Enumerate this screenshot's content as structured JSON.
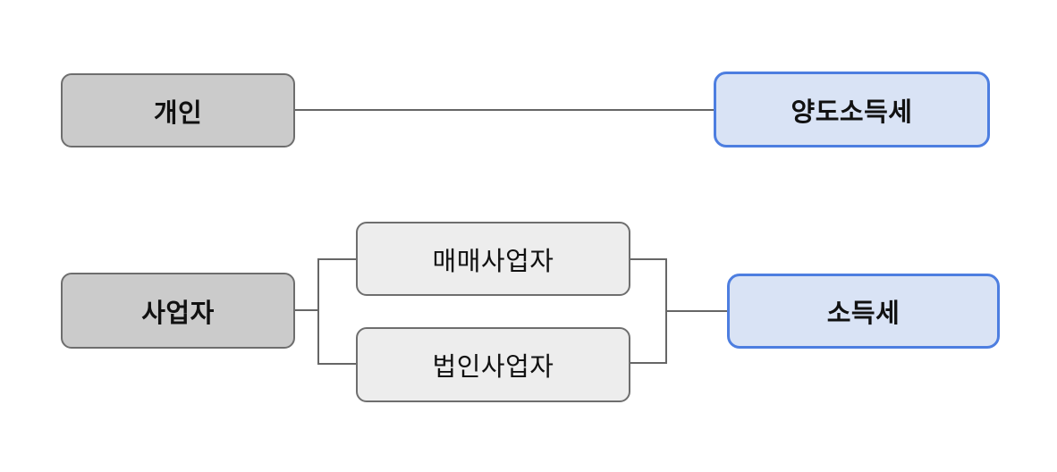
{
  "diagram": {
    "nodes": {
      "individual": {
        "label": "개인",
        "style": "gray"
      },
      "capital_gains_tax": {
        "label": "양도소득세",
        "style": "blue"
      },
      "business": {
        "label": "사업자",
        "style": "gray"
      },
      "trading_business": {
        "label": "매매사업자",
        "style": "light"
      },
      "corporate_business": {
        "label": "법인사업자",
        "style": "light"
      },
      "income_tax": {
        "label": "소득세",
        "style": "blue"
      }
    },
    "edges": [
      {
        "from": "개인",
        "to": "양도소득세"
      },
      {
        "from": "사업자",
        "to": "매매사업자"
      },
      {
        "from": "사업자",
        "to": "법인사업자"
      },
      {
        "from": "매매사업자",
        "to": "소득세"
      },
      {
        "from": "법인사업자",
        "to": "소득세"
      }
    ],
    "colors": {
      "gray_fill": "#cbcbcb",
      "gray_border": "#6e6e6e",
      "light_fill": "#ededed",
      "light_border": "#6e6e6e",
      "blue_fill": "#d9e3f5",
      "blue_border": "#4d7ee0",
      "line": "#666666",
      "text": "#111111",
      "background": "#ffffff"
    }
  }
}
